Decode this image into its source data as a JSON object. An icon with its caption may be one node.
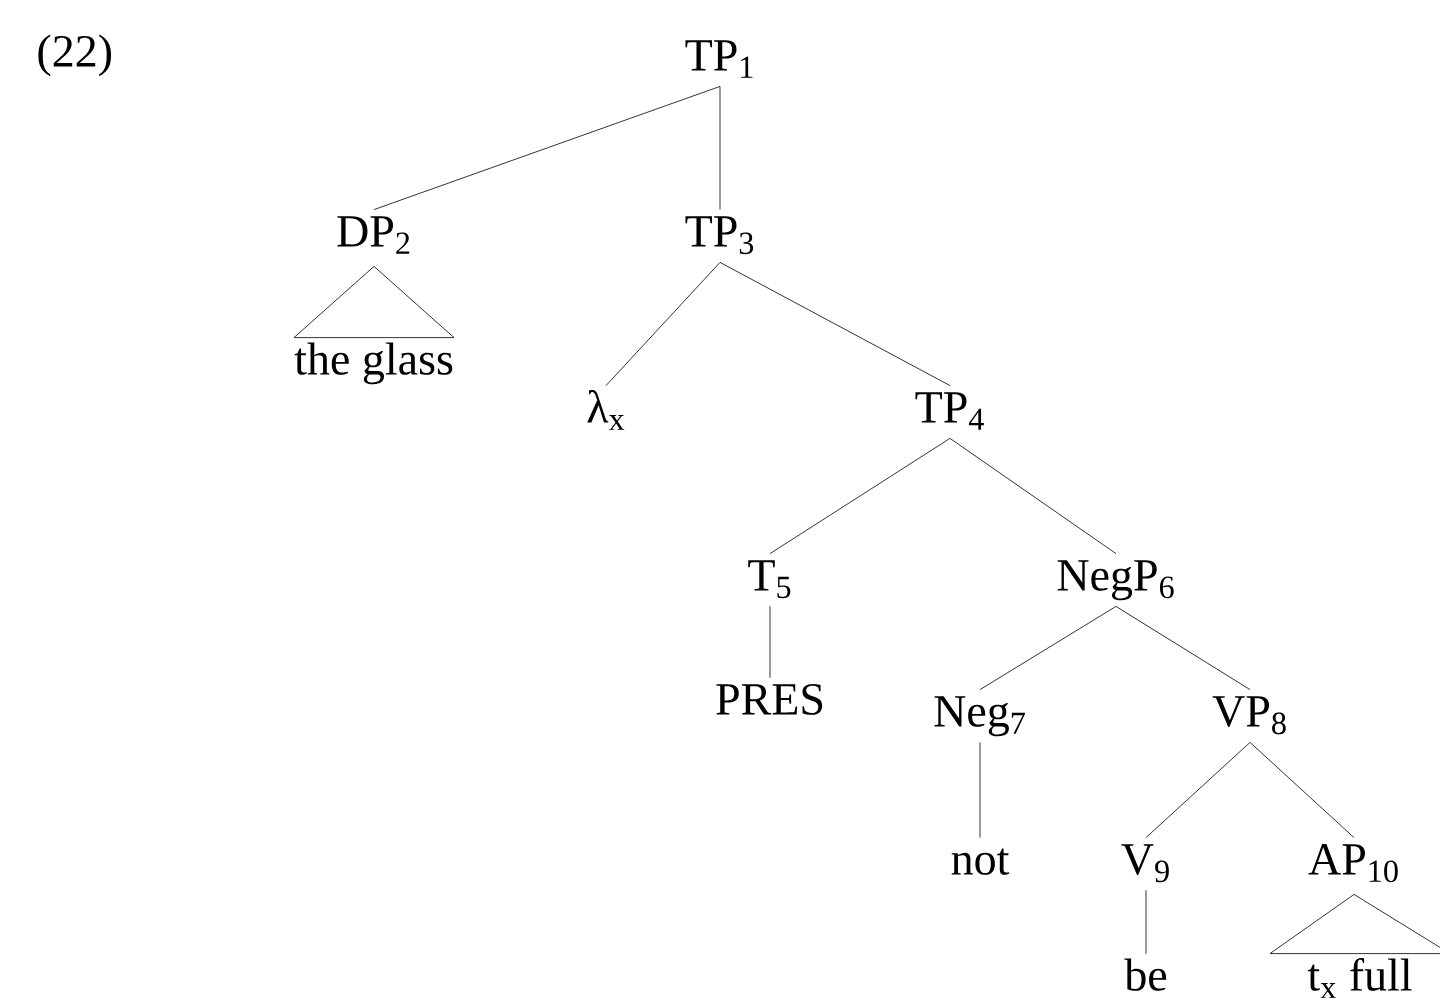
{
  "diagram": {
    "nodes": [
      {
        "text": [
          "TP$_{1}$"
        ]
      },
      {
        "text": [
          "DP$_{2}$"
        ]
      },
      {
        "text": [
          "TP$_{3}$"
        ]
      },
      {
        "text": [
          "the glass"
        ]
      },
      {
        "text": [
          "λ$_{x}$"
        ]
      },
      {
        "text": [
          "TP$_{4}$"
        ]
      },
      {
        "text": [
          "T$_{5}$"
        ]
      },
      {
        "text": [
          "NegP$_{6}$"
        ]
      },
      {
        "text": [
          "PRES"
        ]
      },
      {
        "text": [
          "Neg$_{7}$"
        ]
      },
      {
        "text": [
          "VP$_{8}$"
        ]
      },
      {
        "text": [
          "not"
        ]
      },
      {
        "text": [
          "V$_{9}$"
        ]
      },
      {
        "text": [
          "AP$_{10}$"
        ]
      },
      {
        "text": [
          "be"
        ]
      },
      {
        "text": [
          "t$_{x}$ full"
        ]
      }
    ],
    "edges": [
      {
        "from": 0,
        "to": 1,
        "arrow": "none"
      },
      {
        "from": 0,
        "to": 2,
        "arrow": "none"
      },
      {
        "from": 1,
        "to": 3,
        "arrow": "none"
      },
      {
        "from": 2,
        "to": 4,
        "arrow": "none"
      },
      {
        "from": 2,
        "to": 5,
        "arrow": "none"
      },
      {
        "from": 5,
        "to": 6,
        "arrow": "none"
      },
      {
        "from": 5,
        "to": 7,
        "arrow": "none"
      },
      {
        "from": 6,
        "to": 8,
        "arrow": "none"
      },
      {
        "from": 7,
        "to": 9,
        "arrow": "none"
      },
      {
        "from": 7,
        "to": 10,
        "arrow": "none"
      },
      {
        "from": 9,
        "to": 11,
        "arrow": "none"
      },
      {
        "from": 10,
        "to": 12,
        "arrow": "none"
      },
      {
        "from": 10,
        "to": 13,
        "arrow": "none"
      },
      {
        "from": 12,
        "to": 14,
        "arrow": "none"
      },
      {
        "from": 13,
        "to": 15,
        "arrow": "none"
      }
    ],
    "labels": [
      "(22)"
    ]
  }
}
